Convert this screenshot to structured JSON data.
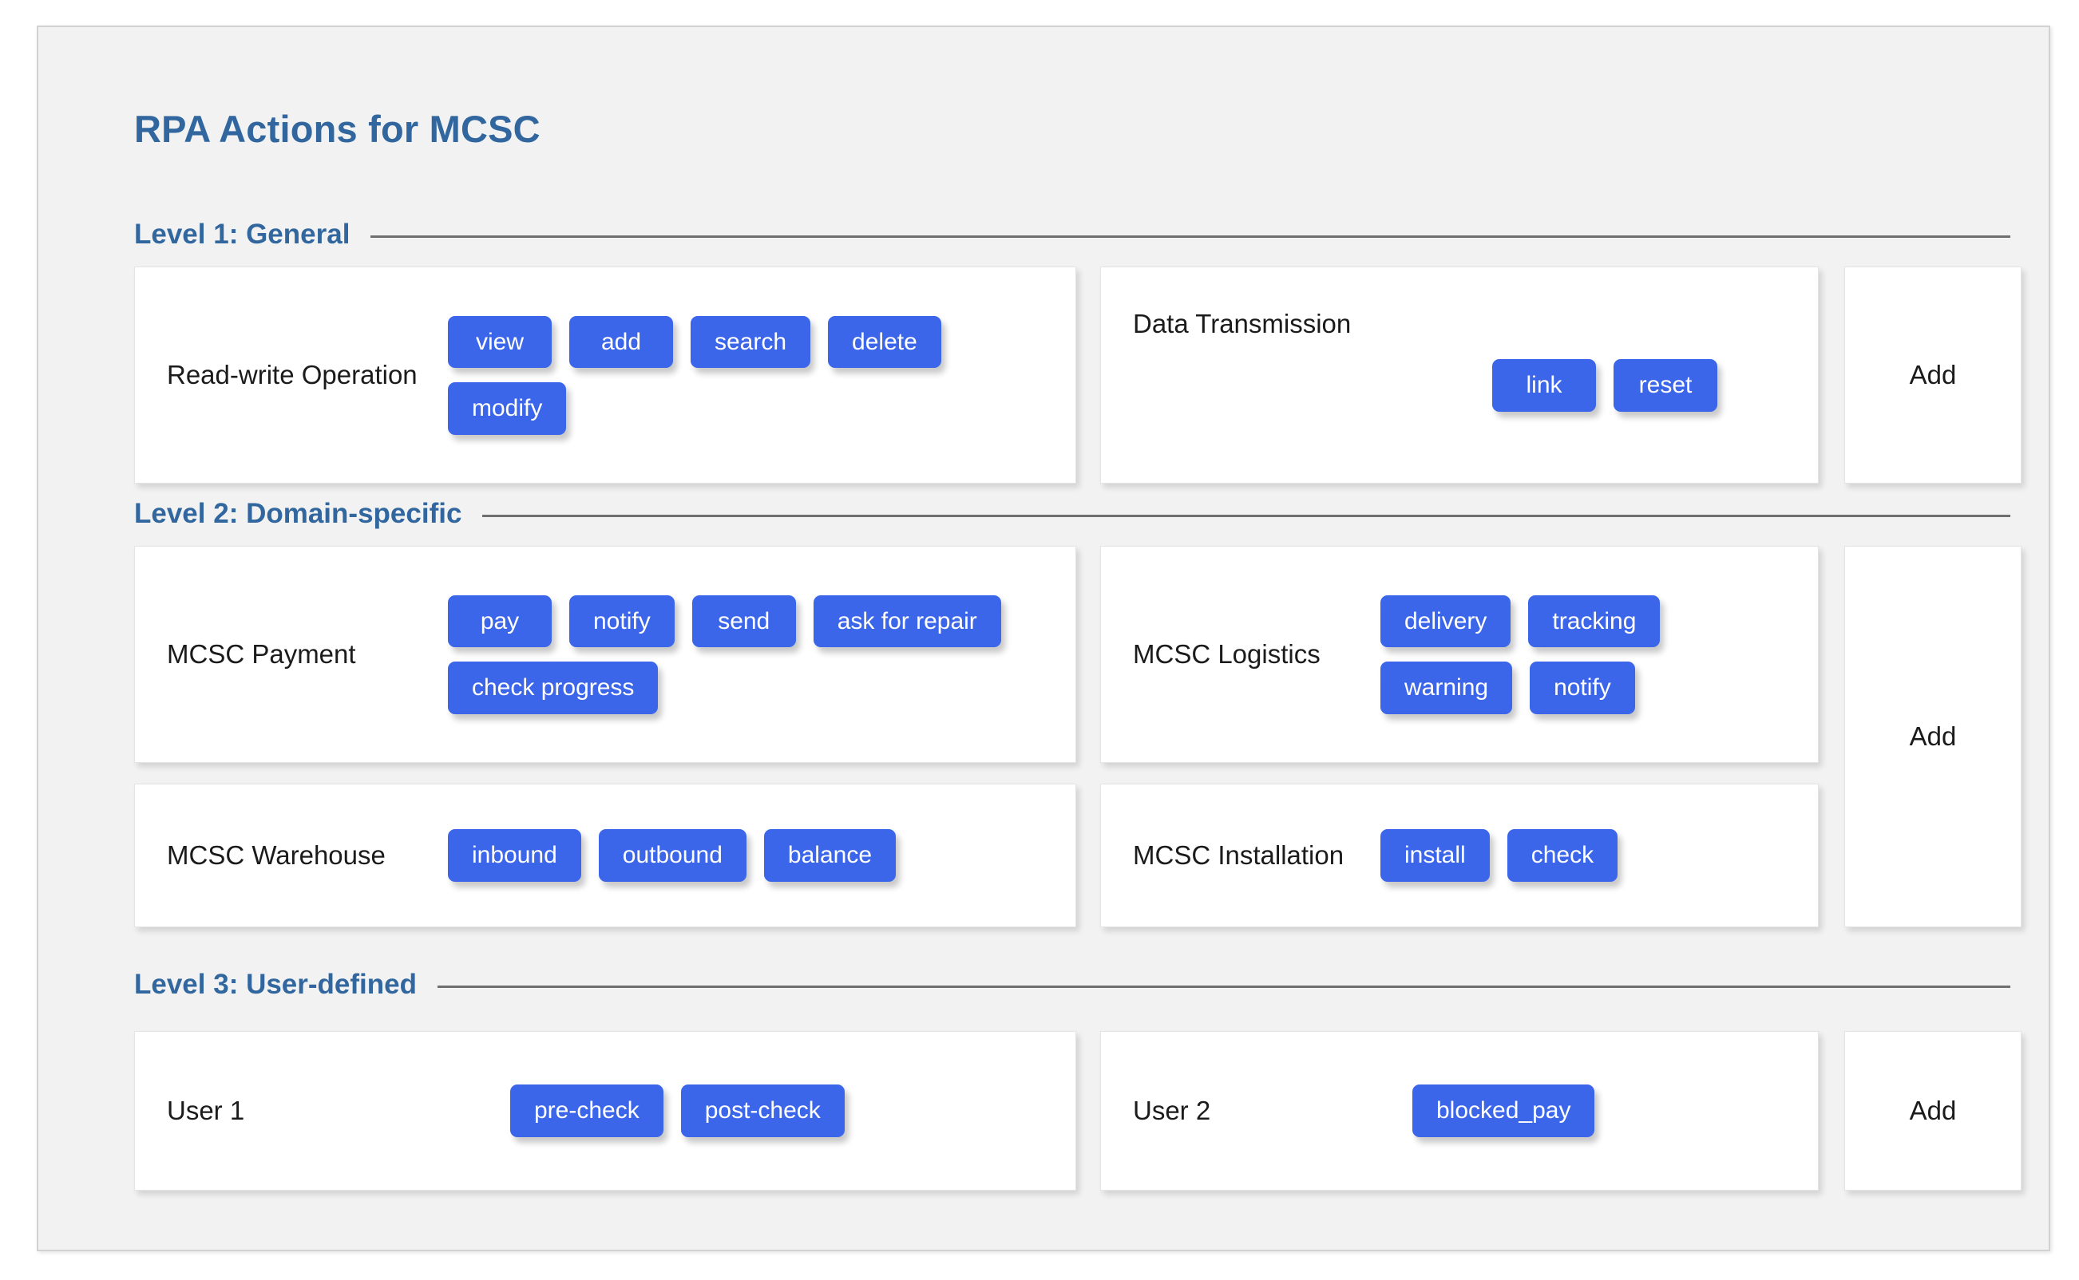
{
  "page": {
    "title": "RPA Actions for MCSC",
    "accent_color": "#31679e",
    "button_color": "#3b66ea",
    "panel_background": "#f2f2f2",
    "card_background": "#ffffff"
  },
  "sections": [
    {
      "id": "level-1",
      "label": "Level 1: General",
      "add_label": "Add",
      "groups": [
        {
          "id": "read-write-operation",
          "label": "Read-write Operation",
          "actions": [
            "view",
            "add",
            "search",
            "delete",
            "modify"
          ]
        },
        {
          "id": "data-transmission",
          "label": "Data Transmission",
          "actions": [
            "link",
            "reset"
          ]
        }
      ]
    },
    {
      "id": "level-2",
      "label": "Level 2: Domain-specific",
      "add_label": "Add",
      "groups": [
        {
          "id": "mcsc-payment",
          "label": "MCSC Payment",
          "actions": [
            "pay",
            "notify",
            "send",
            "ask for repair",
            "check progress"
          ]
        },
        {
          "id": "mcsc-logistics",
          "label": "MCSC Logistics",
          "actions": [
            "delivery",
            "tracking",
            "warning",
            "notify"
          ]
        },
        {
          "id": "mcsc-warehouse",
          "label": "MCSC Warehouse",
          "actions": [
            "inbound",
            "outbound",
            "balance"
          ]
        },
        {
          "id": "mcsc-installation",
          "label": "MCSC Installation",
          "actions": [
            "install",
            "check"
          ]
        }
      ]
    },
    {
      "id": "level-3",
      "label": "Level 3: User-defined",
      "add_label": "Add",
      "groups": [
        {
          "id": "user-1",
          "label": "User 1",
          "actions": [
            "pre-check",
            "post-check"
          ]
        },
        {
          "id": "user-2",
          "label": "User 2",
          "actions": [
            "blocked_pay"
          ]
        }
      ]
    }
  ]
}
